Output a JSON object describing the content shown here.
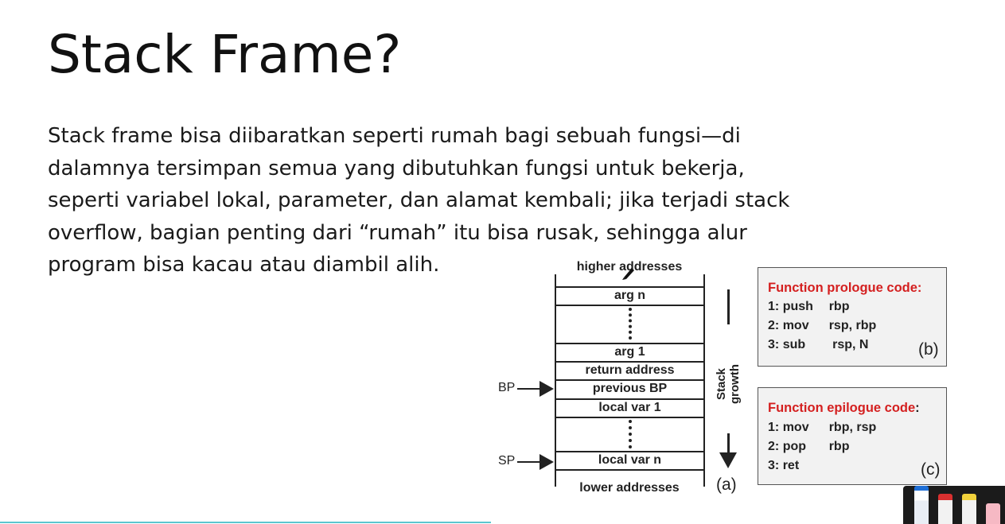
{
  "slide": {
    "title": "Stack Frame?",
    "body_lines": [
      "Stack frame bisa diibaratkan seperti rumah bagi sebuah fungsi—di",
      "dalamnya tersimpan semua yang dibutuhkan fungsi untuk bekerja,",
      "seperti variabel lokal, parameter, dan alamat kembali; jika terjadi stack",
      "overflow, bagian penting dari “rumah” itu bisa rusak, sehingga alur",
      "program bisa kacau atau diambil alih."
    ]
  },
  "diagram": {
    "higher": "higher addresses",
    "lower": "lower addresses",
    "cells": {
      "arg_n": "arg n",
      "arg_1": "arg 1",
      "return_address": "return address",
      "previous_bp": "previous BP",
      "local_var_1": "local var 1",
      "local_var_n": "local var n"
    },
    "bp": "BP",
    "sp": "SP",
    "growth": "Stack growth",
    "tag_a": "(a)"
  },
  "prologue": {
    "title": "Function prologue code:",
    "lines": [
      {
        "num": "1:",
        "op": "push",
        "args": "rbp"
      },
      {
        "num": "2:",
        "op": "mov",
        "args": "rsp, rbp"
      },
      {
        "num": "3:",
        "op": "sub",
        "args": " rsp, N"
      }
    ],
    "tag": "(b)"
  },
  "epilogue": {
    "title_red": "Function epilogue code",
    "title_colon": ":",
    "lines": [
      {
        "num": "1:",
        "op": "mov",
        "args": "rbp, rsp"
      },
      {
        "num": "2:",
        "op": "pop",
        "args": "rbp"
      },
      {
        "num": "3:",
        "op": "ret",
        "args": ""
      }
    ],
    "tag": "(c)"
  },
  "colors": {
    "accent_line": "#5bc6cf",
    "code_title": "#d42020"
  },
  "toolbar": {
    "tools": [
      "pen-blue-icon",
      "marker-red-icon",
      "highlighter-yellow-icon",
      "eraser-pink-icon"
    ]
  }
}
